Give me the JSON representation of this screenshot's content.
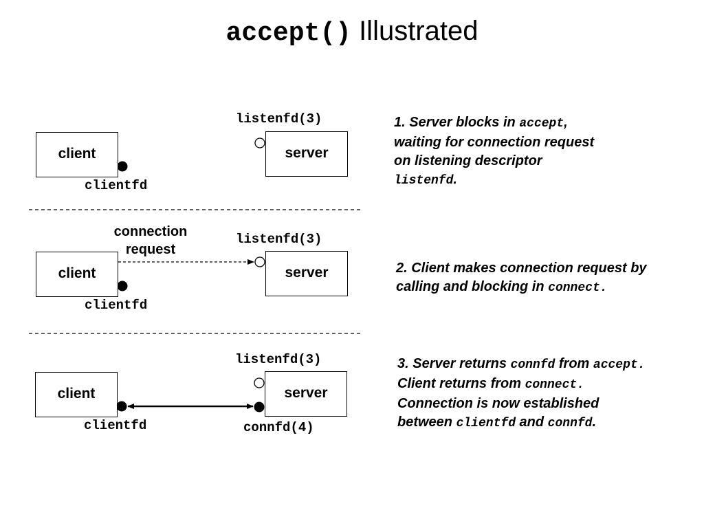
{
  "title": {
    "code": "accept()",
    "text": " Illustrated"
  },
  "steps": [
    {
      "client_label": "client",
      "server_label": "server",
      "listen_label": "listenfd(3)",
      "clientfd_label": "clientfd",
      "caption": {
        "p1": "1. Server blocks in ",
        "c1": "accept",
        "p2": ",",
        "p3": "waiting for connection request",
        "p4": "on listening descriptor",
        "c2": "listenfd",
        "p5": "."
      }
    },
    {
      "client_label": "client",
      "server_label": "server",
      "listen_label": "listenfd(3)",
      "clientfd_label": "clientfd",
      "request_line1": "connection",
      "request_line2": "request",
      "caption": {
        "p1": "2. Client makes connection request by",
        "p2": "calling and blocking in ",
        "c1": "connect",
        "p3": "."
      }
    },
    {
      "client_label": "client",
      "server_label": "server",
      "listen_label": "listenfd(3)",
      "clientfd_label": "clientfd",
      "connfd_label": "connfd(4)",
      "caption": {
        "p1": "3. Server returns ",
        "c1": "connfd",
        "p2": " from ",
        "c2": "accept",
        "p3": ".",
        "p4": "Client returns from ",
        "c3": "connect",
        "p5": ".",
        "p6": "Connection is now established",
        "p7": "between ",
        "c4": "clientfd",
        "p8": " and ",
        "c5": "connfd",
        "p9": "."
      }
    }
  ]
}
